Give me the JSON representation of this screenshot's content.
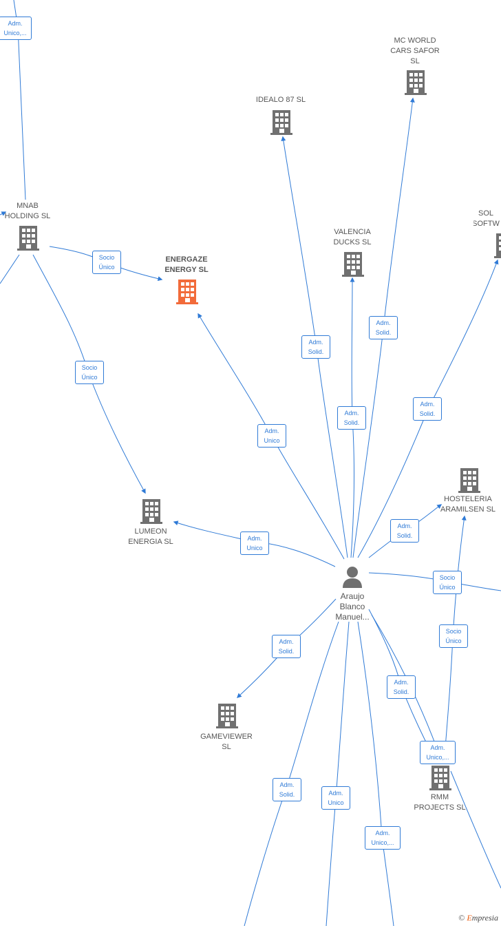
{
  "colors": {
    "edge": "#2f7ad6",
    "building": "#707070",
    "highlight": "#f26b3a",
    "person": "#707070"
  },
  "nodes": {
    "mnab": {
      "label": "MNAB\nHOLDING  SL",
      "icon": "building-icon"
    },
    "energaze": {
      "label": "ENERGAZE\nENERGY  SL",
      "icon": "building-icon"
    },
    "lumeon": {
      "label": "LUMEON\nENERGIA  SL",
      "icon": "building-icon"
    },
    "idealo": {
      "label": "IDEALO 87  SL",
      "icon": "building-icon"
    },
    "mcworld": {
      "label": "MC WORLD\nCARS SAFOR\nSL",
      "icon": "building-icon"
    },
    "valencia": {
      "label": "VALENCIA\nDUCKS  SL",
      "icon": "building-icon"
    },
    "sol": {
      "label": "SOL\nSOFTW",
      "icon": "building-icon"
    },
    "hosteleria": {
      "label": "HOSTELERIA\nARAMILSEN  SL",
      "icon": "building-icon"
    },
    "gameviewer": {
      "label": "GAMEVIEWER\nSL",
      "icon": "building-icon"
    },
    "rmm": {
      "label": "RMM\nPROJECTS  SL",
      "icon": "building-icon"
    },
    "araujo": {
      "label": "Araujo\nBlanco\nManuel...",
      "icon": "person-icon"
    }
  },
  "edge_labels": {
    "top_left": "Adm.\nUnico,...",
    "mnab_energaze": "Socio\nÚnico",
    "mnab_lumeon": "Socio\nÚnico",
    "energaze_adm": "Adm.\nUnico",
    "lumeon_adm": "Adm.\nUnico",
    "idealo_adm": "Adm.\nSolid.",
    "mcworld_adm": "Adm.\nSolid.",
    "valencia_adm": "Adm.\nSolid.",
    "sol_adm": "Adm.\nSolid.",
    "hosteleria_adm": "Adm.\nSolid.",
    "right_socio": "Socio\nÚnico",
    "hosteleria_socio": "Socio\nÚnico",
    "gameviewer_adm": "Adm.\nSolid.",
    "rmm_adm_solid": "Adm.\nSolid.",
    "rmm_adm_unico": "Adm.\nUnico,...",
    "bottom_left_adm": "Adm.\nSolid.",
    "bottom_mid_adm": "Adm.\nUnico",
    "bottom_right_adm": "Adm.\nUnico,..."
  },
  "copyright": {
    "symbol": "©",
    "brand_initial": "E",
    "brand_rest": "mpresia"
  }
}
